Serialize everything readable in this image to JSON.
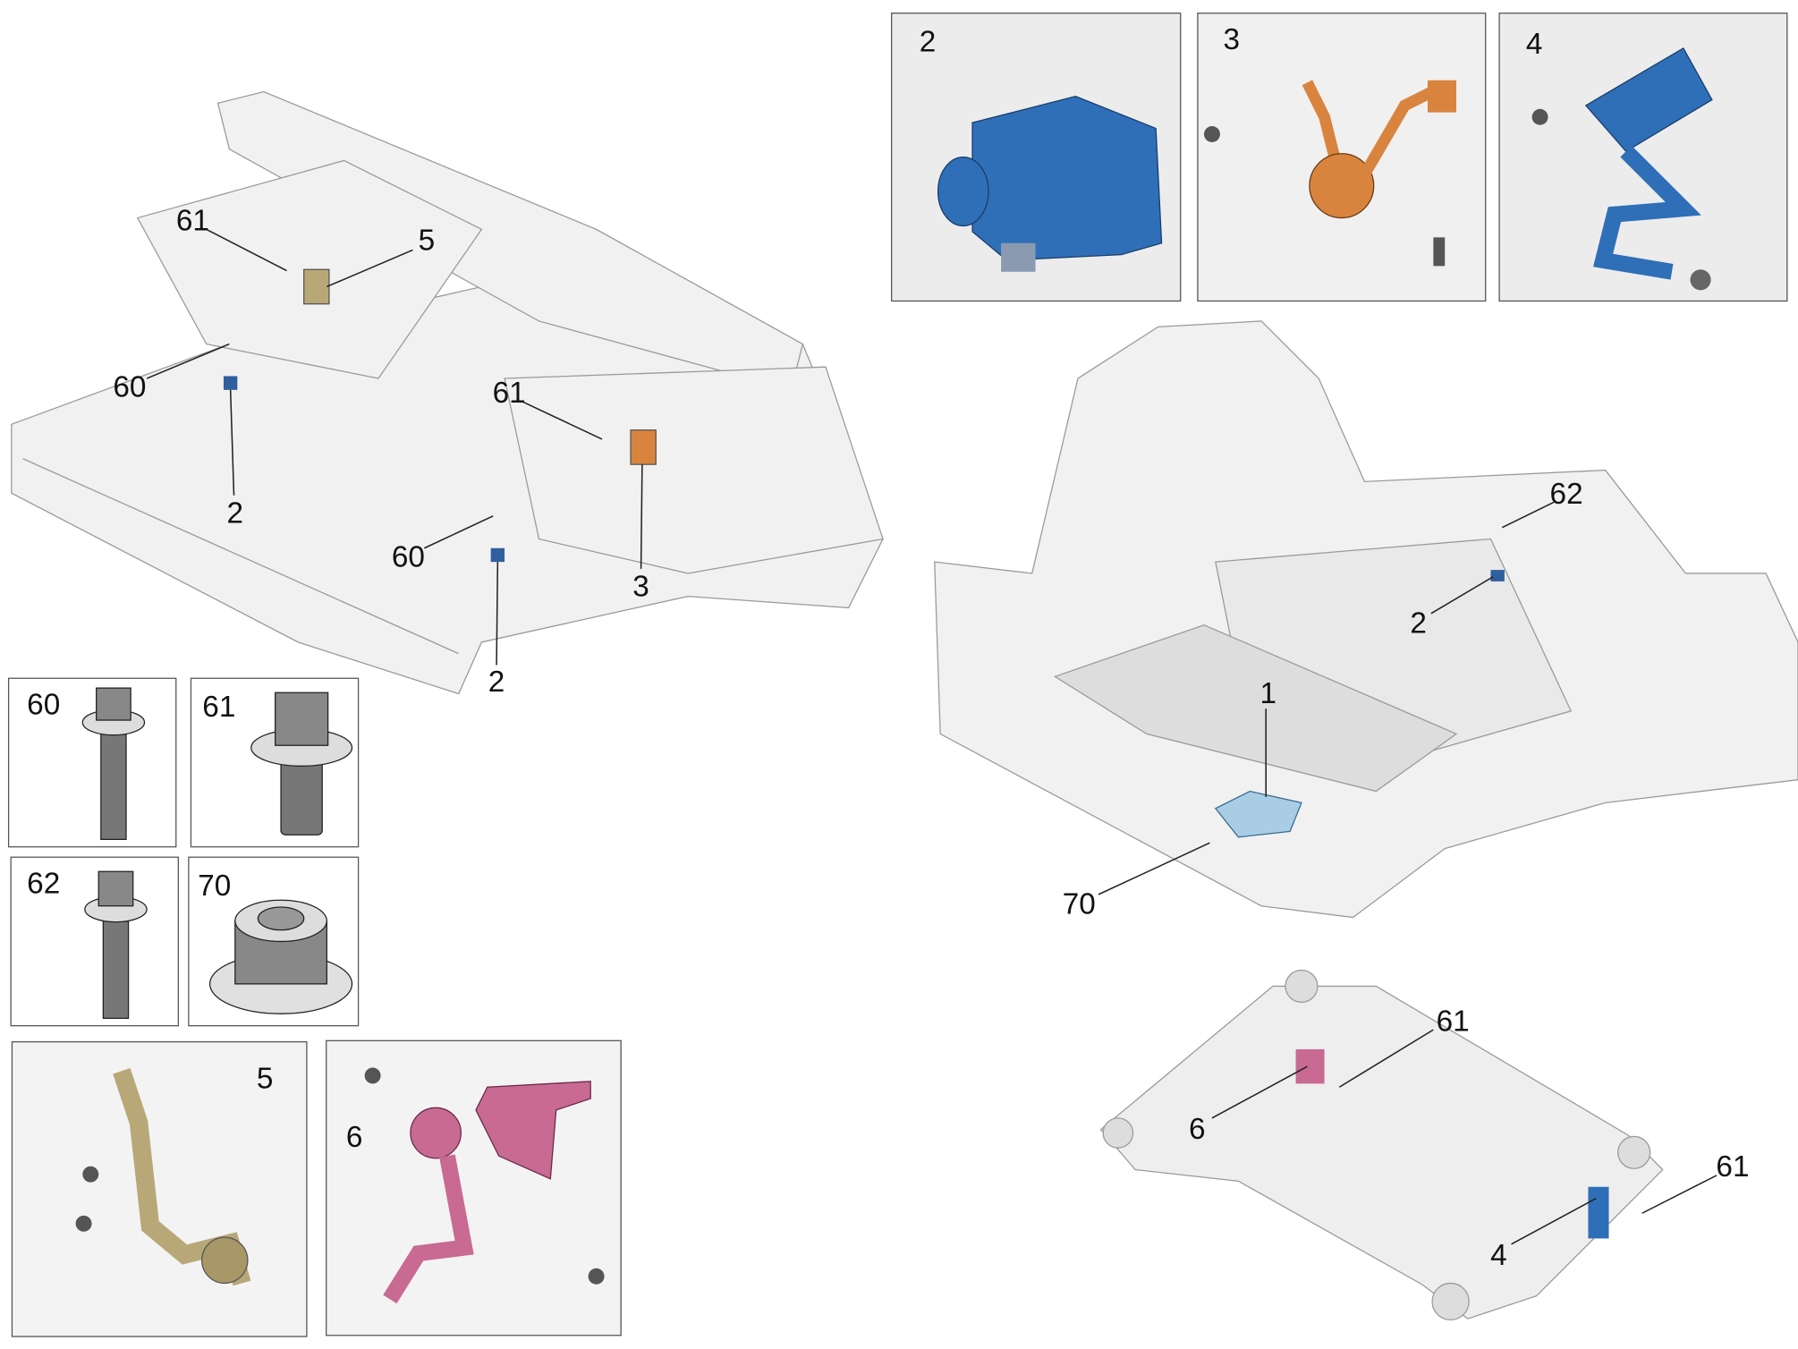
{
  "main_front_view": {
    "callouts": [
      "61",
      "5",
      "60",
      "2",
      "61",
      "60",
      "3",
      "2"
    ]
  },
  "fastener_boxes": [
    {
      "label": "60",
      "part": "flange-bolt-long"
    },
    {
      "label": "61",
      "part": "flange-bolt-short"
    },
    {
      "label": "62",
      "part": "flange-bolt-long"
    },
    {
      "label": "70",
      "part": "flange-nut"
    }
  ],
  "detail_boxes_bottom": [
    {
      "label": "5",
      "color": "#b8a878"
    },
    {
      "label": "6",
      "color": "#c86a92"
    }
  ],
  "detail_boxes_top": [
    {
      "label": "2",
      "color": "#2f6fb8"
    },
    {
      "label": "3",
      "color": "#d9843e"
    },
    {
      "label": "4",
      "color": "#2f6fb8"
    }
  ],
  "main_rear_view": {
    "callouts": [
      "62",
      "2",
      "1",
      "70"
    ],
    "module_color": "#a9cde4"
  },
  "subframe_view": {
    "callouts": [
      "61",
      "6",
      "61",
      "4"
    ]
  }
}
